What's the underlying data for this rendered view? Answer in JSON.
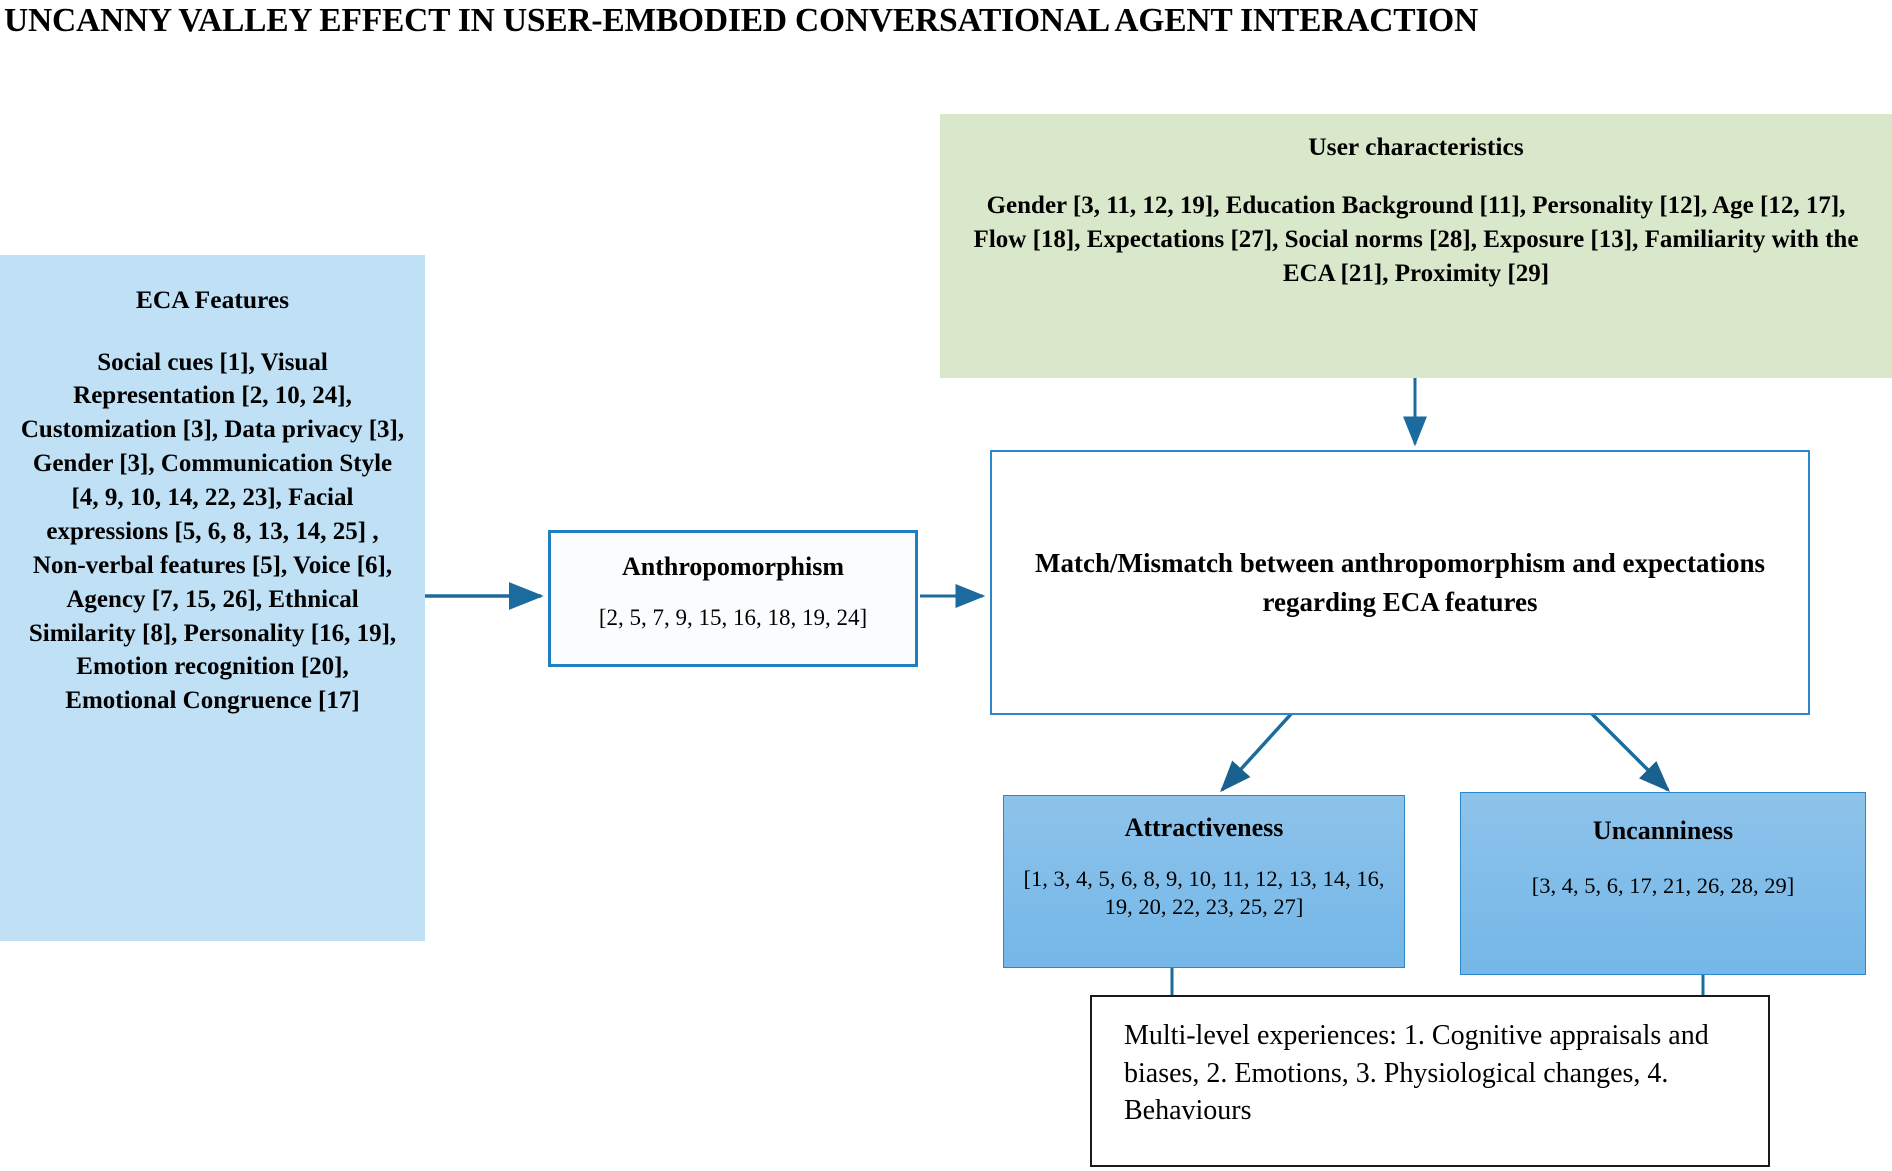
{
  "title": "UNCANNY VALLEY EFFECT IN USER-EMBODIED CONVERSATIONAL AGENT INTERACTION",
  "colors": {
    "eca_fill": "#bfe0f5",
    "user_fill": "#d9e7cb",
    "outcome_fill": "#7fbde9",
    "border_blue": "#2b87c8",
    "arrow_blue": "#1b6b9e",
    "border_black": "#1a1a1a",
    "text": "#000000"
  },
  "nodes": {
    "eca_features": {
      "title": "ECA Features",
      "body": "Social cues [1], Visual Representation [2, 10, 24], Customization [3], Data privacy [3], Gender [3], Communication Style [4, 9, 10, 14, 22, 23], Facial expressions [5, 6, 8, 13, 14, 25] , Non-verbal features [5], Voice [6], Agency [7, 15, 26], Ethnical Similarity [8], Personality [16, 19], Emotion recognition [20], Emotional Congruence [17]"
    },
    "user_characteristics": {
      "title": "User characteristics",
      "body": "Gender [3, 11, 12, 19], Education Background [11], Personality [12], Age [12, 17], Flow [18], Expectations [27], Social norms [28], Exposure [13], Familiarity with the ECA [21], Proximity [29]"
    },
    "anthropomorphism": {
      "title": "Anthropomorphism",
      "refs": "[2, 5, 7, 9, 15, 16, 18, 19, 24]"
    },
    "match_mismatch": {
      "title": "Match/Mismatch between anthropomorphism and expectations regarding ECA features"
    },
    "attractiveness": {
      "title": "Attractiveness",
      "refs": "[1, 3, 4, 5, 6, 8, 9, 10, 11, 12, 13, 14, 16, 19, 20, 22, 23, 25, 27]"
    },
    "uncanniness": {
      "title": "Uncanniness",
      "refs": "[3, 4, 5, 6, 17, 21, 26, 28, 29]"
    },
    "multi_level": {
      "body": "Multi-level experiences: 1. Cognitive appraisals and biases, 2. Emotions, 3. Physiological changes, 4. Behaviours"
    }
  },
  "connectors": [
    {
      "name": "eca-to-anthropomorphism",
      "from": "eca_features",
      "to": "anthropomorphism",
      "style": "arrow-right"
    },
    {
      "name": "anthropomorphism-to-match",
      "from": "anthropomorphism",
      "to": "match_mismatch",
      "style": "arrow-right"
    },
    {
      "name": "user-to-match",
      "from": "user_characteristics",
      "to": "match_mismatch",
      "style": "arrow-down"
    },
    {
      "name": "match-to-attractiveness",
      "from": "match_mismatch",
      "to": "attractiveness",
      "style": "arrow-diagonal-left"
    },
    {
      "name": "match-to-uncanniness",
      "from": "match_mismatch",
      "to": "uncanniness",
      "style": "arrow-diagonal-right"
    },
    {
      "name": "attractiveness-to-multi-level",
      "from": "attractiveness",
      "to": "multi_level",
      "style": "line"
    },
    {
      "name": "uncanniness-to-multi-level",
      "from": "uncanniness",
      "to": "multi_level",
      "style": "line"
    }
  ]
}
